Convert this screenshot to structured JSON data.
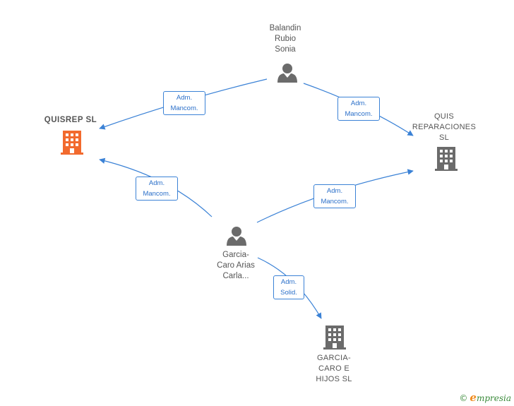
{
  "nodes": {
    "balandin": {
      "label": "Balandin\nRubio\nSonia",
      "type": "person"
    },
    "garcia_caro_arias": {
      "label": "Garcia-\nCaro Arias\nCarla...",
      "type": "person"
    },
    "quisrep": {
      "label": "QUISREP  SL",
      "type": "company",
      "highlight_color": "#f26a2e"
    },
    "quis_reparaciones": {
      "label": "QUIS\nREPARACIONES\nSL",
      "type": "company"
    },
    "garcia_caro_hijos": {
      "label": "GARCIA-\nCARO E\nHIJOS  SL",
      "type": "company"
    }
  },
  "edges": [
    {
      "id": "balandin-quisrep",
      "label": "Adm.\nMancom."
    },
    {
      "id": "balandin-quis",
      "label": "Adm.\nMancom."
    },
    {
      "id": "garcia-quisrep",
      "label": "Adm.\nMancom."
    },
    {
      "id": "garcia-quis",
      "label": "Adm.\nMancom."
    },
    {
      "id": "garcia-hijos",
      "label": "Adm.\nSolid."
    }
  ],
  "colors": {
    "edge": "#3b82d6",
    "icon_gray": "#6b6b6b",
    "highlight": "#f26a2e"
  },
  "icons": {
    "person": "person-icon",
    "company": "building-icon"
  },
  "brand": {
    "copyright": "©",
    "initial": "e",
    "name": "mpresia"
  }
}
